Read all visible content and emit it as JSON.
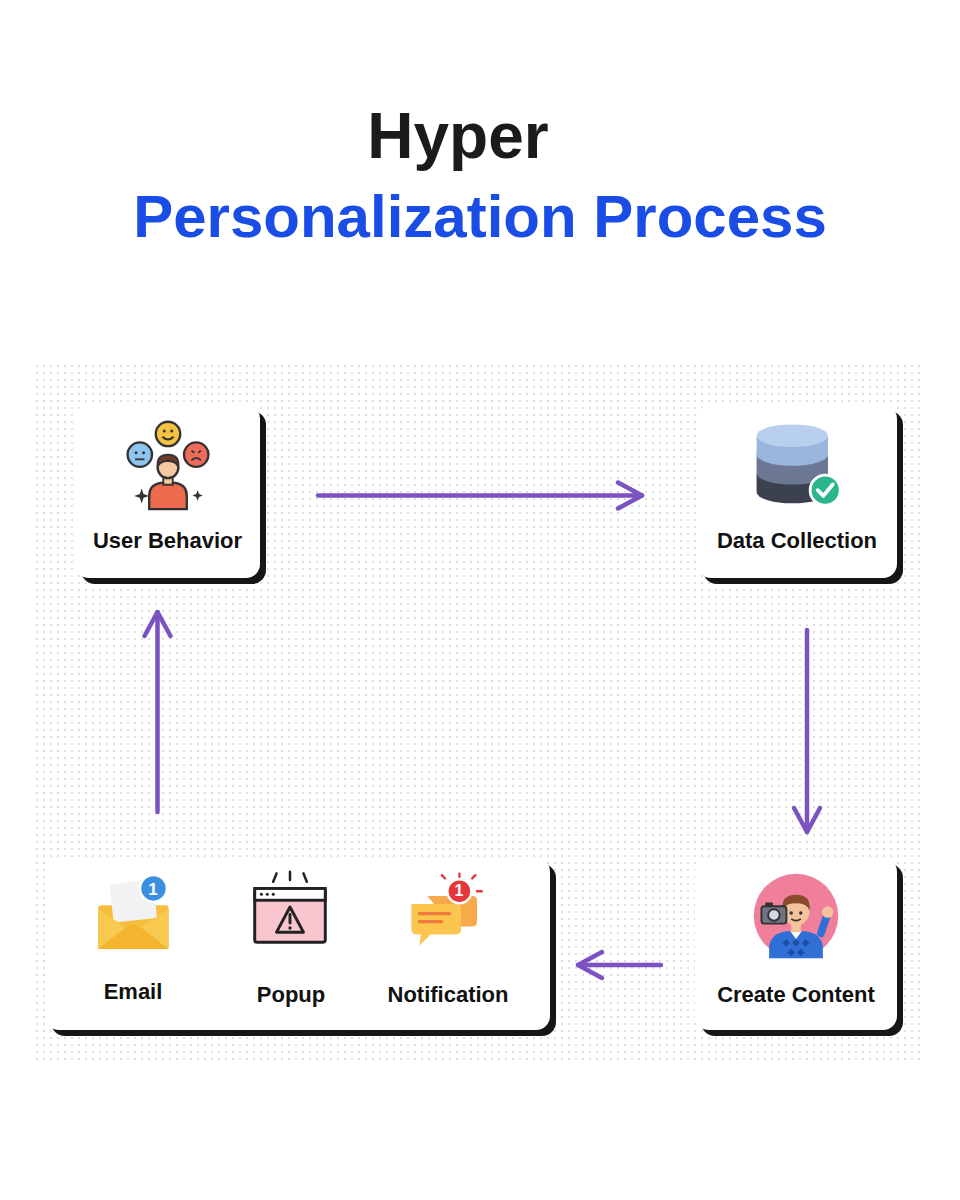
{
  "diagram": {
    "title": "Hyper",
    "nodes": [
      {
        "text": [
          "User Behavior"
        ]
      },
      {
        "text": [
          "Data Collection"
        ]
      },
      {
        "text": [
          "Email",
          "Popup",
          "Notification"
        ]
      },
      {
        "text": [
          "Create Content"
        ]
      }
    ],
    "edges": [
      {
        "from": 0,
        "to": 1,
        "arrow": "to"
      },
      {
        "from": 1,
        "to": 3,
        "arrow": "to"
      },
      {
        "from": 3,
        "to": 2,
        "arrow": "to"
      },
      {
        "from": 2,
        "to": 0,
        "arrow": "to"
      }
    ],
    "labels": [
      "Personalization Process",
      "1",
      "1"
    ]
  }
}
